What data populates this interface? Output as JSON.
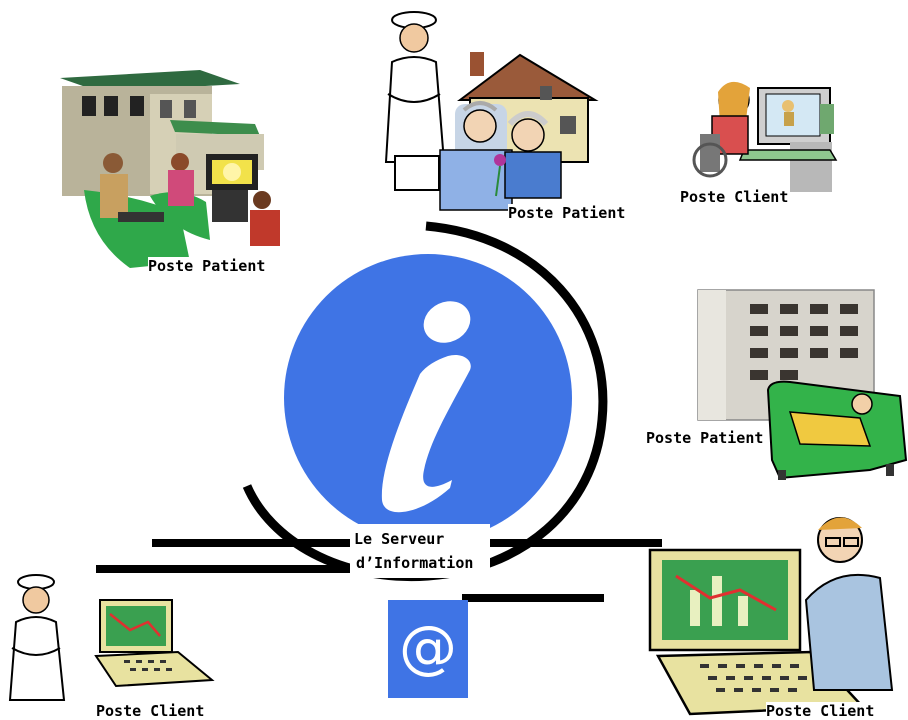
{
  "colors": {
    "info_blue": "#3f74e5",
    "couch_green": "#33b34a",
    "screen_green": "#3aa050"
  },
  "icons": [
    "info-icon",
    "at-sign-icon"
  ],
  "server": {
    "line1": "Le Serveur",
    "line2": "d’Information",
    "at_symbol": "@"
  },
  "labels": {
    "patient_top_left": "Poste Patient",
    "patient_top_center": "Poste Patient",
    "client_top_right": "Poste Client",
    "patient_right": "Poste Patient",
    "client_bottom_left": "Poste Client",
    "client_bottom_right": "Poste Client"
  }
}
